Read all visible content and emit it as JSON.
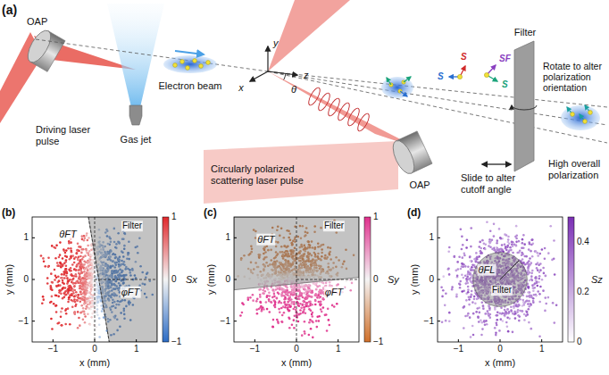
{
  "diagram": {
    "nodes": [
      {
        "text": [
          "Filter"
        ]
      },
      {
        "text": [
          "Filter"
        ]
      },
      {
        "text": [
          "Filter"
        ]
      },
      {
        "text": [
          "Filter"
        ]
      }
    ],
    "labels": [
      "(a)",
      "OAP",
      "Driving laser pulse",
      "Gas jet",
      "Electron beam",
      "y",
      "x",
      "z",
      "θ",
      "OAP",
      "Circularly polarized scattering laser pulse",
      "Rotate to alter polarization orientation",
      "Slide to alter cutoff angle",
      "High overall polarization",
      "SF",
      "S",
      "S",
      "S",
      "(b)",
      "y (mm)",
      "1",
      "0",
      "−1",
      "−1",
      "0",
      "1",
      "x (mm)",
      "1",
      "0",
      "−1",
      "Sx",
      "θFT",
      "φFT",
      "(c)",
      "y (mm)",
      "1",
      "0",
      "−1",
      "−1",
      "0",
      "1",
      "x (mm)",
      "1",
      "0",
      "−1",
      "Sy",
      "θFT",
      "φFT",
      "(d)",
      "y (mm)",
      "1",
      "0",
      "−1",
      "−1",
      "0",
      "1",
      "x (mm)",
      "0.4",
      "0.2",
      "0",
      "Sz",
      "θFL"
    ]
  }
}
